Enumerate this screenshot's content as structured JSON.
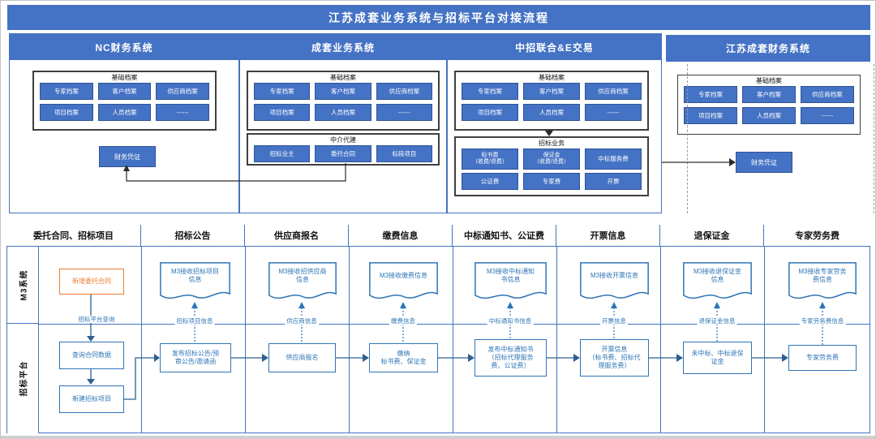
{
  "title": "江苏成套业务系统与招标平台对接流程",
  "colors": {
    "accent_blue": "#4472C4",
    "flow_blue": "#2E75B6",
    "orange": "#ED7D31"
  },
  "top": {
    "columns": [
      {
        "name": "NC财务系统",
        "archives": {
          "label": "基础档案",
          "items": [
            "专家档案",
            "客户档案",
            "供应商档案",
            "项目档案",
            "人员档案",
            "------"
          ]
        },
        "voucher": "财务凭证"
      },
      {
        "name": "成套业务系统",
        "archives": {
          "label": "基础档案",
          "items": [
            "专家档案",
            "客户档案",
            "供应商档案",
            "项目档案",
            "人员档案",
            "------"
          ]
        },
        "agency": {
          "label": "中介代建",
          "items": [
            "招标业主",
            "委托合同",
            "标段项目"
          ]
        }
      },
      {
        "name": "中招联合&E交易",
        "archives": {
          "label": "基础档案",
          "items": [
            "专家档案",
            "客户档案",
            "供应商档案",
            "项目档案",
            "人员档案",
            "------"
          ]
        },
        "bidding": {
          "label": "招标业务",
          "items": [
            "标书费\n（收费/退费）",
            "保证金\n（收费/退费）",
            "中标服务费",
            "公证费",
            "专家费",
            "开票"
          ]
        }
      },
      {
        "name": "江苏成套财务系统",
        "archives": {
          "label": "基础档案",
          "items": [
            "专家档案",
            "客户档案",
            "供应商档案",
            "项目档案",
            "人员档案",
            "------"
          ]
        },
        "voucher": "财务凭证"
      }
    ]
  },
  "swimlane": {
    "lanes": [
      "M3系统",
      "招标平台"
    ],
    "columns": [
      {
        "header": "委托合同、招标项目",
        "m3_box": "新增委托合同",
        "link_label": "招标平台查询",
        "platform_boxes": [
          "查询合同数据",
          "新建招标项目"
        ]
      },
      {
        "header": "招标公告",
        "m3_doc": "M3接收招标项目\n信息",
        "link_label": "招标项目信息",
        "platform_box": "发布招标公告/预\n审公告/邀请函"
      },
      {
        "header": "供应商报名",
        "m3_doc": "M3接收招供应商\n信息",
        "link_label": "供应商信息",
        "platform_box": "供应商报名"
      },
      {
        "header": "缴费信息",
        "m3_doc": "M3接收缴费信息",
        "link_label": "缴费信息",
        "platform_box": "缴纳\n标书费、保证金"
      },
      {
        "header": "中标通知书、公证费",
        "m3_doc": "M3接收中标通知\n书信息",
        "link_label": "中标通知书信息",
        "platform_box": "发布中标通知书\n（招标代理服务\n费、公证费）"
      },
      {
        "header": "开票信息",
        "m3_doc": "M3接收开票信息",
        "link_label": "开票信息",
        "platform_box": "开票信息\n（标书费、招标代\n理服务费）"
      },
      {
        "header": "退保证金",
        "m3_doc": "M3接收退保证金\n信息",
        "link_label": "退保证金信息",
        "platform_box": "未中标、中标退保\n证金"
      },
      {
        "header": "专家劳务费",
        "m3_doc": "M3接收专家劳务\n费信息",
        "link_label": "专家劳务费信息",
        "platform_box": "专家劳务费"
      }
    ]
  }
}
